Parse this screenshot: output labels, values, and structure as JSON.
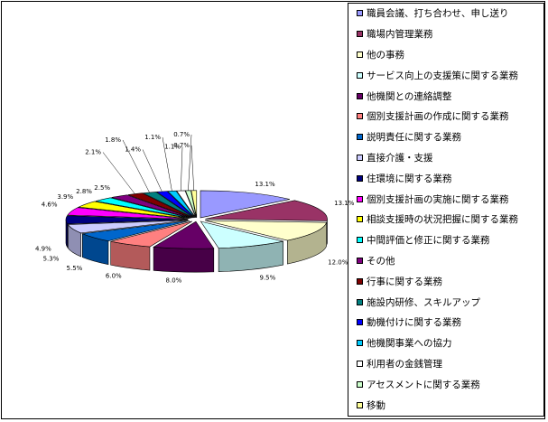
{
  "chart_data": {
    "type": "pie",
    "title": "",
    "legend_position": "right",
    "slices": [
      {
        "label": "職員会議、打ち合わせ、申し送り",
        "value": 13.1,
        "value_label": "13.1%",
        "color": "#9999FF"
      },
      {
        "label": "職場内管理業務",
        "value": 13.1,
        "value_label": "13.1%",
        "color": "#993366"
      },
      {
        "label": "他の事務",
        "value": 12.0,
        "value_label": "12.0%",
        "color": "#FFFFCC"
      },
      {
        "label": "サービス向上の支援策に関する業務",
        "value": 9.5,
        "value_label": "9.5%",
        "color": "#CCFFFF"
      },
      {
        "label": "他機関との連絡調整",
        "value": 8.0,
        "value_label": "8.0%",
        "color": "#660066"
      },
      {
        "label": "個別支援計画の作成に関する業務",
        "value": 6.0,
        "value_label": "6.0%",
        "color": "#FF8080"
      },
      {
        "label": "説明責任に関する業務",
        "value": 5.5,
        "value_label": "5.5%",
        "color": "#0066CC"
      },
      {
        "label": "直接介護・支援",
        "value": 5.3,
        "value_label": "5.3%",
        "color": "#CCCCFF"
      },
      {
        "label": "住環境に関する業務",
        "value": 4.9,
        "value_label": "4.9%",
        "color": "#000080"
      },
      {
        "label": "個別支援計画の実施に関する業務",
        "value": 4.6,
        "value_label": "4.6%",
        "color": "#FF00FF"
      },
      {
        "label": "相談支援時の状況把握に関する業務",
        "value": 3.9,
        "value_label": "3.9%",
        "color": "#FFFF00"
      },
      {
        "label": "中間評価と修正に関する業務",
        "value": 2.8,
        "value_label": "2.8%",
        "color": "#00FFFF"
      },
      {
        "label": "その他",
        "value": 2.5,
        "value_label": "2.5%",
        "color": "#800080"
      },
      {
        "label": "行事に関する業務",
        "value": 2.1,
        "value_label": "2.1%",
        "color": "#800000"
      },
      {
        "label": "施設内研修、スキルアップ",
        "value": 1.8,
        "value_label": "1.8%",
        "color": "#008080"
      },
      {
        "label": "動機付けに関する業務",
        "value": 1.4,
        "value_label": "1.4%",
        "color": "#0000FF"
      },
      {
        "label": "他機関事業への協力",
        "value": 1.1,
        "value_label": "1.1%",
        "color": "#00CCFF"
      },
      {
        "label": "利用者の金銭管理",
        "value": 1.1,
        "value_label": "1.1%",
        "color": "#FFFFFF"
      },
      {
        "label": "アセスメントに関する業務",
        "value": 0.7,
        "value_label": "0.7%",
        "color": "#CCFFCC"
      },
      {
        "label": "移動",
        "value": 0.7,
        "value_label": "0.7%",
        "color": "#FFFF99"
      }
    ]
  }
}
